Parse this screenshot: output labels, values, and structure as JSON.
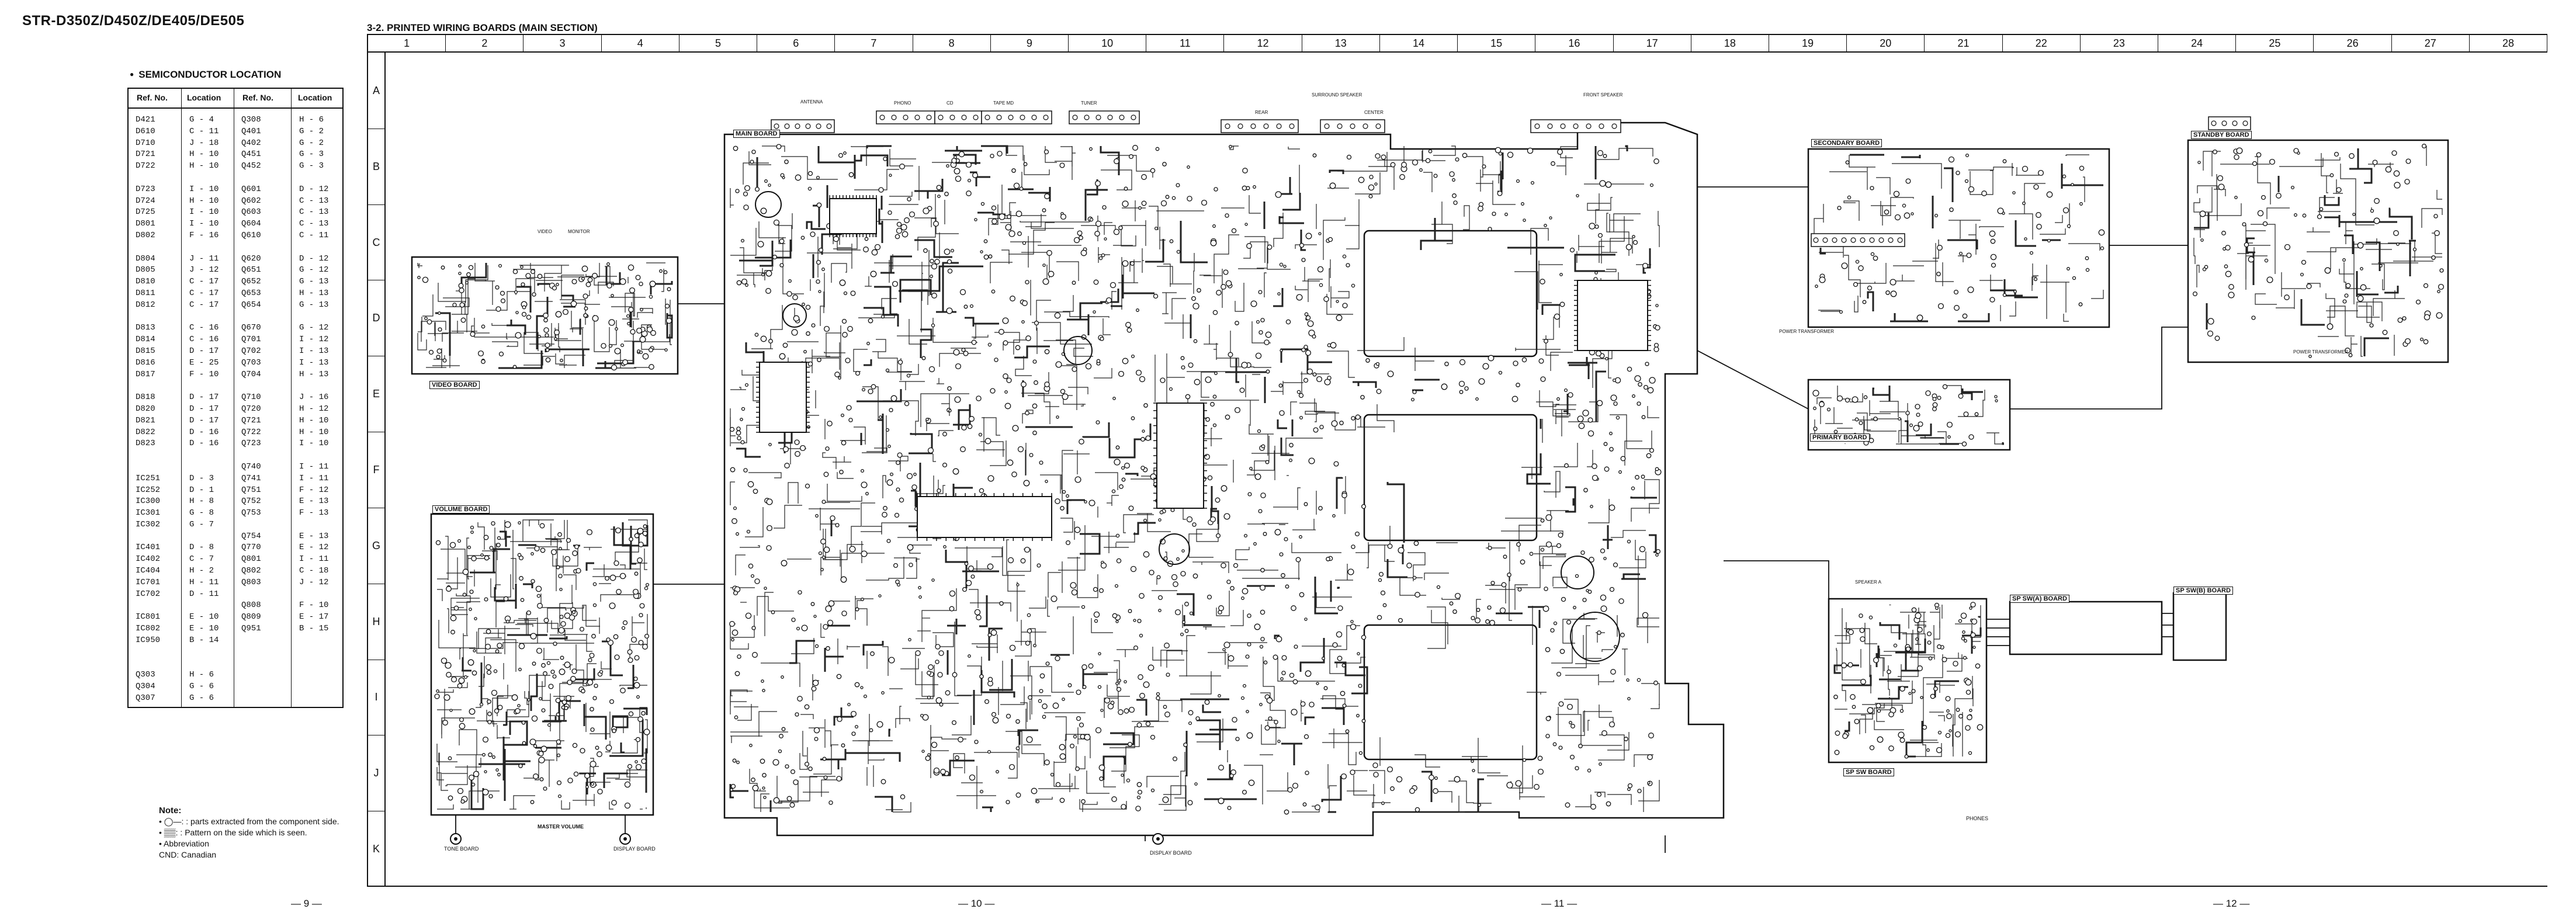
{
  "model_title": "STR-D350Z/D450Z/DE405/DE505",
  "section_title": "3-2. PRINTED WIRING BOARDS (MAIN SECTION)",
  "semiconductor": {
    "title": "SEMICONDUCTOR LOCATION",
    "headers": [
      "Ref. No.",
      "Location",
      "Ref. No.",
      "Location"
    ],
    "col1": "D421\nD610\nD710\nD721\nD722\n\nD723\nD724\nD725\nD801\nD802\n\nD804\nD805\nD810\nD811\nD812\n\nD813\nD814\nD815\nD816\nD817\n\nD818\nD820\nD821\nD822\nD823\n\n\nIC251\nIC252\nIC300\nIC301\nIC302\n\nIC401\nIC402\nIC404\nIC701\nIC702\n\nIC801\nIC802\nIC950\n\n\nQ303\nQ304\nQ307",
    "col2": "G - 4\nC - 11\nJ - 18\nH - 10\nH - 10\n\nI - 10\nH - 10\nI - 10\nI - 10\nF - 16\n\nJ - 11\nJ - 12\nC - 17\nC - 17\nC - 17\n\nC - 16\nC - 16\nD - 17\nE - 25\nF - 10\n\nD - 17\nD - 17\nD - 17\nD - 16\nD - 16\n\n\nD - 3\nD - 1\nH - 8\nG - 8\nG - 7\n\nD - 8\nC - 7\nH - 2\nH - 11\nD - 11\n\nE - 10\nE - 10\nB - 14\n\n\nH - 6\nG - 6\nG - 6",
    "col3": "Q308\nQ401\nQ402\nQ451\nQ452\n\nQ601\nQ602\nQ603\nQ604\nQ610\n\nQ620\nQ651\nQ652\nQ653\nQ654\n\nQ670\nQ701\nQ702\nQ703\nQ704\n\nQ710\nQ720\nQ721\nQ722\nQ723\n\nQ740\nQ741\nQ751\nQ752\nQ753\n\nQ754\nQ770\nQ801\nQ802\nQ803\n\nQ808\nQ809\nQ951",
    "col4": "H - 6\nG - 2\nG - 2\nG - 3\nG - 3\n\nD - 12\nC - 13\nC - 13\nC - 13\nC - 11\n\nD - 12\nG - 12\nG - 13\nH - 13\nG - 13\n\nG - 12\nI - 12\nI - 13\nI - 13\nH - 13\n\nJ - 16\nH - 12\nH - 10\nH - 10\nI - 10\n\nI - 11\nI - 11\nF - 12\nE - 13\nF - 13\n\nE - 13\nE - 12\nI - 11\nC - 18\nJ - 12\n\nF - 10\nE - 17\nB - 15"
  },
  "grid": {
    "columns": [
      "1",
      "2",
      "3",
      "4",
      "5",
      "6",
      "7",
      "8",
      "9",
      "10",
      "11",
      "12",
      "13",
      "14",
      "15",
      "16",
      "17",
      "18",
      "19",
      "20",
      "21",
      "22",
      "23",
      "24",
      "25",
      "26",
      "27",
      "28"
    ],
    "rows": [
      "A",
      "B",
      "C",
      "D",
      "E",
      "F",
      "G",
      "H",
      "I",
      "J",
      "K"
    ]
  },
  "boards": {
    "main": "MAIN BOARD",
    "video": "VIDEO BOARD",
    "volume": "VOLUME BOARD",
    "secondary": "SECONDARY BOARD",
    "primary": "PRIMARY BOARD",
    "standby": "STANDBY BOARD",
    "sp_sw": "SP SW BOARD",
    "sp_sw_a": "SP SW(A) BOARD",
    "sp_sw_b": "SP SW(B) BOARD"
  },
  "labels": {
    "master_volume": "MASTER VOLUME",
    "tone_board": "TONE BOARD",
    "display_board_1": "DISPLAY BOARD",
    "display_board_2": "DISPLAY BOARD",
    "power_transformer_1": "POWER TRANSFORMER",
    "power_transformer_2": "POWER TRANSFORMER",
    "phones": "PHONES",
    "antenna": "ANTENNA",
    "surround_speaker": "SURROUND SPEAKER",
    "front_speaker": "FRONT SPEAKER",
    "center": "CENTER",
    "rear": "REAR",
    "speaker_a": "SPEAKER A",
    "phono": "PHONO",
    "cd": "CD",
    "tape_md": "TAPE MD",
    "tuner": "TUNER",
    "video_label": "VIDEO",
    "monitor": "MONITOR"
  },
  "note": {
    "heading": "Note:",
    "line1": ": parts extracted from the component side.",
    "line2": ": Pattern on the side which is seen.",
    "line3": "Abbreviation",
    "line4": "CND: Canadian"
  },
  "pages": [
    "— 9 —",
    "— 10 —",
    "— 11 —",
    "— 12 —"
  ]
}
